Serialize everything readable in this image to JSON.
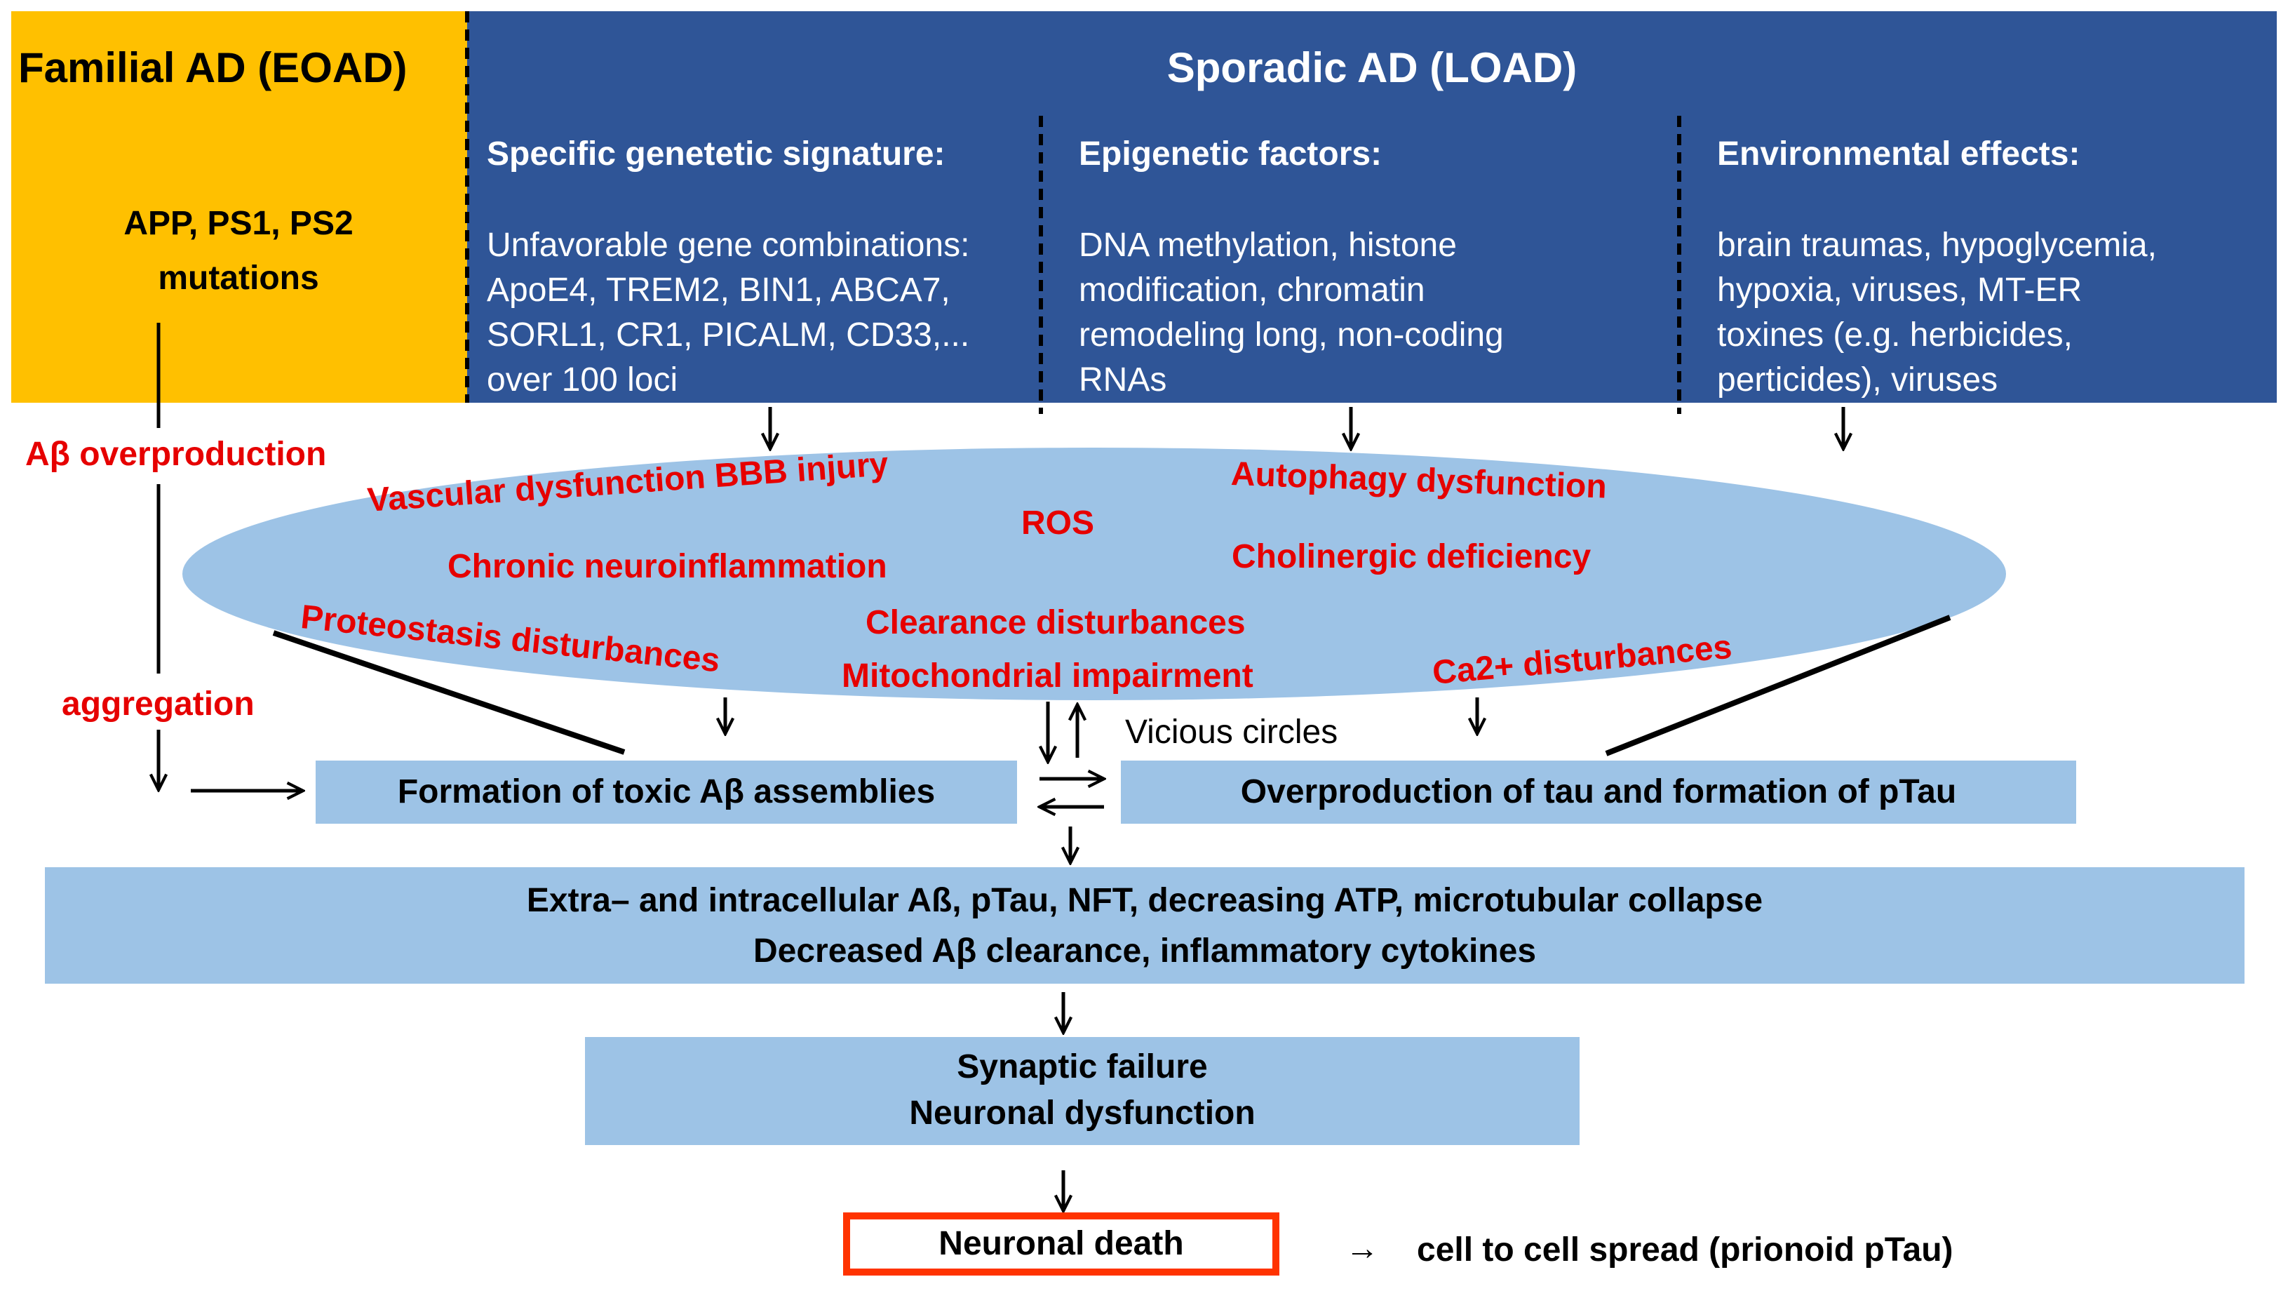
{
  "header": {
    "familial_title": "Familial AD (EOAD)",
    "familial_mutations": [
      "APP, PS1, PS2",
      "mutations"
    ],
    "sporadic_title": "Sporadic AD (LOAD)"
  },
  "columns": [
    {
      "heading": "Specific genetetic signature:",
      "lines": [
        "Unfavorable gene combinations:",
        "ApoE4, TREM2, BIN1, ABCA7,",
        "SORL1, CR1, PICALM, CD33,...",
        "over 100 loci"
      ]
    },
    {
      "heading": "Epigenetic factors:",
      "lines": [
        "DNA methylation, histone",
        "modification, chromatin",
        "remodeling long, non-coding",
        "RNAs"
      ]
    },
    {
      "heading": "Environmental effects:",
      "lines": [
        "brain traumas, hypoglycemia,",
        "hypoxia, viruses, MT-ER",
        "toxines (e.g. herbicides,",
        "perticides), viruses"
      ]
    }
  ],
  "side_labels": {
    "overproduction": "Aβ overproduction",
    "aggregation": "aggregation"
  },
  "ellipse_items": {
    "vascular": "Vascular dysfunction BBB injury",
    "ros": "ROS",
    "autophagy": "Autophagy dysfunction",
    "neuroinflammation": "Chronic neuroinflammation",
    "cholinergic": "Cholinergic deficiency",
    "proteostasis": "Proteostasis disturbances",
    "clearance": "Clearance disturbances",
    "mitochondrial": "Mitochondrial impairment",
    "calcium": "Ca2+ disturbances"
  },
  "vicious_circles": "Vicious circles",
  "boxes": {
    "toxic_ab": "Formation of toxic Aβ assemblies",
    "tau": "Overproduction of tau and formation of pTau",
    "extracellular_line1": "Extra– and intracellular Aß, pTau, NFT, decreasing ATP, microtubular collapse",
    "extracellular_line2": "Decreased Aβ clearance, inflammatory cytokines",
    "synaptic_line1": "Synaptic failure",
    "synaptic_line2": "Neuronal dysfunction",
    "neuronal_death": "Neuronal death",
    "spread": "cell to cell spread (prionoid pTau)",
    "spread_arrow": "→"
  },
  "colors": {
    "familial_bg": "#FFC000",
    "sporadic_bg": "#2F5597",
    "box_bg": "#9DC3E6",
    "red_text": "#E60000",
    "death_border": "#FF3300"
  }
}
